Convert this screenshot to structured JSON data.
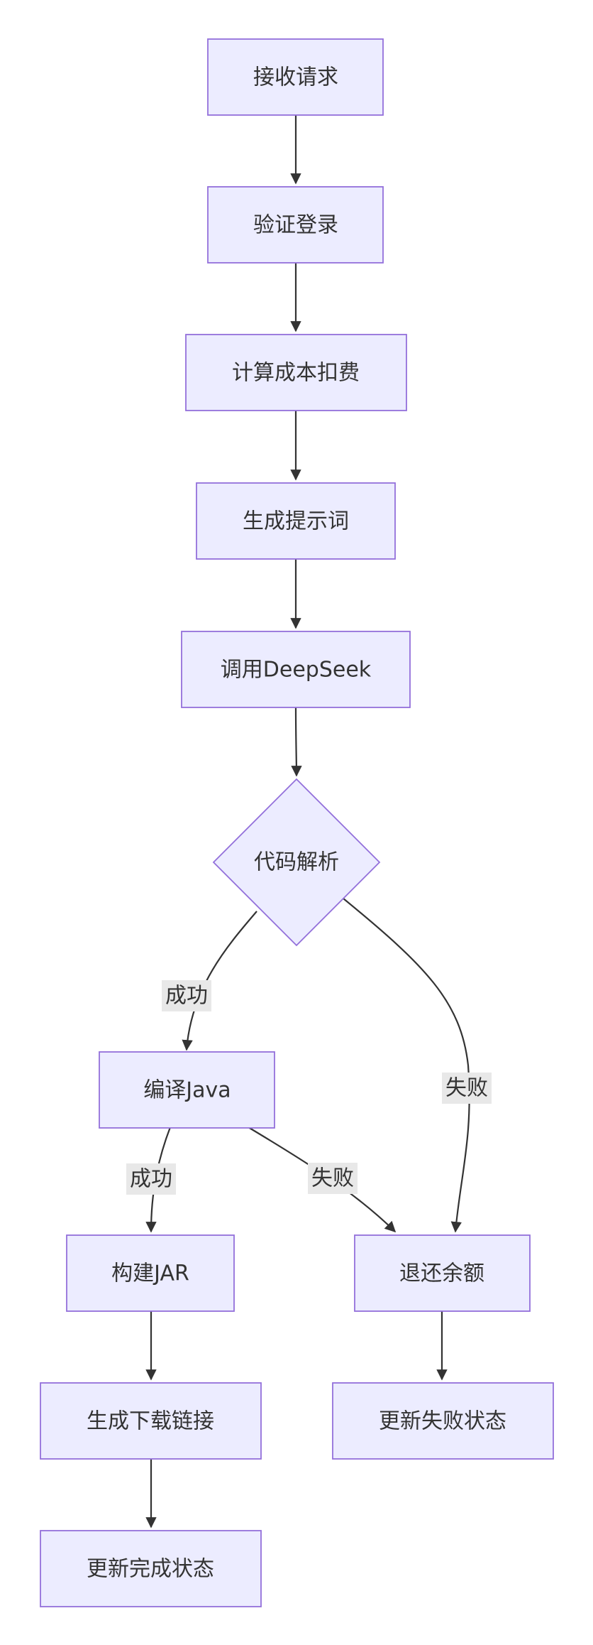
{
  "diagram": {
    "nodes": {
      "receive": "接收请求",
      "verify": "验证登录",
      "charge": "计算成本扣费",
      "prompt": "生成提示词",
      "call": "调用DeepSeek",
      "parse": "代码解析",
      "compile": "编译Java",
      "build": "构建JAR",
      "link": "生成下载链接",
      "done": "更新完成状态",
      "refund": "退还余额",
      "failstate": "更新失败状态"
    },
    "edge_labels": {
      "parse_success": "成功",
      "parse_fail": "失败",
      "compile_success": "成功",
      "compile_fail": "失败"
    },
    "colors": {
      "node_fill": "#ececff",
      "node_stroke": "#9370db",
      "edge": "#333333",
      "edge_label_bg": "#e8e8e8"
    }
  }
}
